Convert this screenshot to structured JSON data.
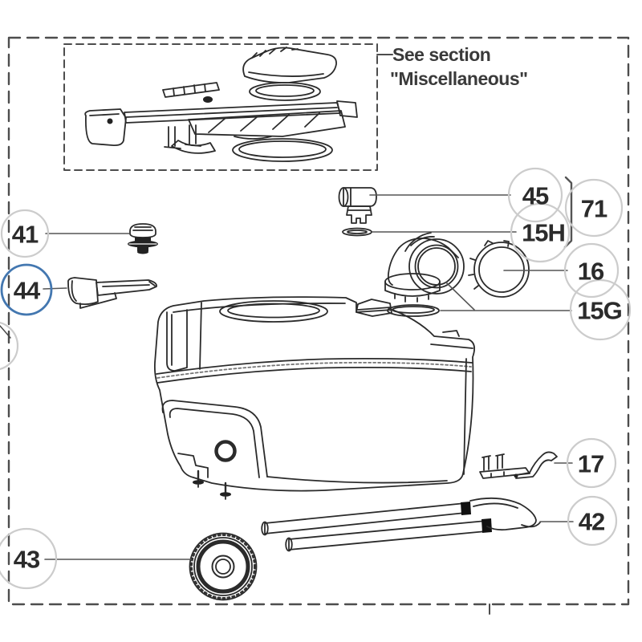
{
  "note": {
    "line1": "See section",
    "line2": "\"Miscellaneous\""
  },
  "callouts": {
    "c41": {
      "label": "41"
    },
    "c44": {
      "label": "44",
      "highlighted": true
    },
    "c43": {
      "label": "43"
    },
    "c45": {
      "label": "45"
    },
    "c71": {
      "label": "71"
    },
    "c15H": {
      "label": "15H"
    },
    "c16": {
      "label": "16"
    },
    "c15G": {
      "label": "15G"
    },
    "c17": {
      "label": "17"
    },
    "c42": {
      "label": "42"
    }
  },
  "colors": {
    "highlight_ring": "#4377b0",
    "callout_ring": "#cccccc",
    "line_art": "#2b2b2b"
  }
}
